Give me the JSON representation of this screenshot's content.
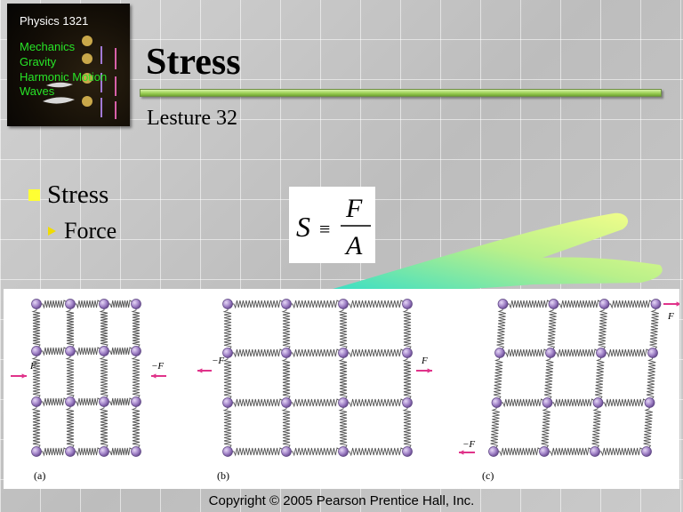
{
  "logo": {
    "title": "Physics  1321",
    "topics": [
      "Mechanics",
      "Gravity",
      "Harmonic  Motion",
      "Waves"
    ]
  },
  "slide": {
    "title": "Stress",
    "subtitle": "Lesture 32",
    "bullets": [
      {
        "label": "Stress",
        "sub": [
          {
            "label": "Force"
          }
        ]
      }
    ]
  },
  "formula": {
    "lhs": "S",
    "op": "≡",
    "numerator": "F",
    "denominator": "A"
  },
  "figure": {
    "panels": [
      {
        "caption": "(a)",
        "left_force": "F",
        "right_force": "−F"
      },
      {
        "caption": "(b)",
        "left_force": "−F",
        "right_force": "F"
      },
      {
        "caption": "(c)",
        "top_force": "F",
        "bottom_force": "−F"
      }
    ]
  },
  "footer": {
    "copyright": "Copyright © 2005 Pearson Prentice Hall, Inc."
  },
  "colors": {
    "accent_rule": "#9ccf56",
    "bullet_square": "#ffff33",
    "bullet_triangle": "#f0dc00",
    "logo_text": "#27e427",
    "atom": "#a385c9",
    "force_arrow": "#e0338a"
  }
}
